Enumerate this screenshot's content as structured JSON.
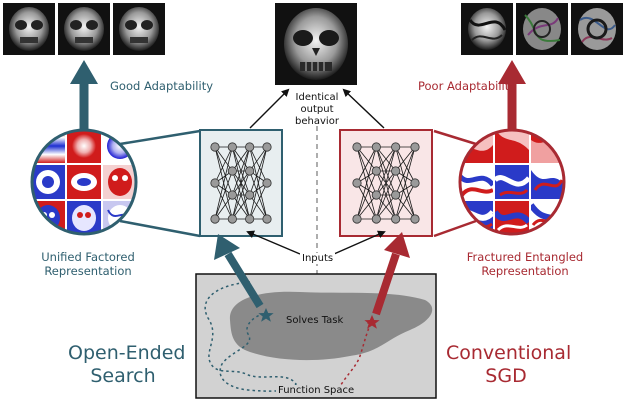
{
  "labels": {
    "good_adaptability": "Good Adaptability",
    "poor_adaptability": "Poor Adaptability",
    "identical_output_1": "Identical",
    "identical_output_2": "output",
    "identical_output_3": "behavior",
    "unified_1": "Unified Factored",
    "unified_2": "Representation",
    "fractured_1": "Fractured Entangled",
    "fractured_2": "Representation",
    "inputs": "Inputs",
    "solves_task": "Solves Task",
    "function_space": "Function Space",
    "open_ended_1": "Open-Ended",
    "open_ended_2": "Search",
    "sgd_1": "Conventional",
    "sgd_2": "SGD"
  },
  "colors": {
    "teal": "#2f5f6f",
    "red": "#a82a32",
    "teal_box_fill": "#e8eef0",
    "red_box_fill": "#f9e6e7",
    "function_space_fill": "#d2d2d2",
    "task_region_fill": "#8a8a8a"
  },
  "icons": {
    "start_marker": "star-icon"
  }
}
